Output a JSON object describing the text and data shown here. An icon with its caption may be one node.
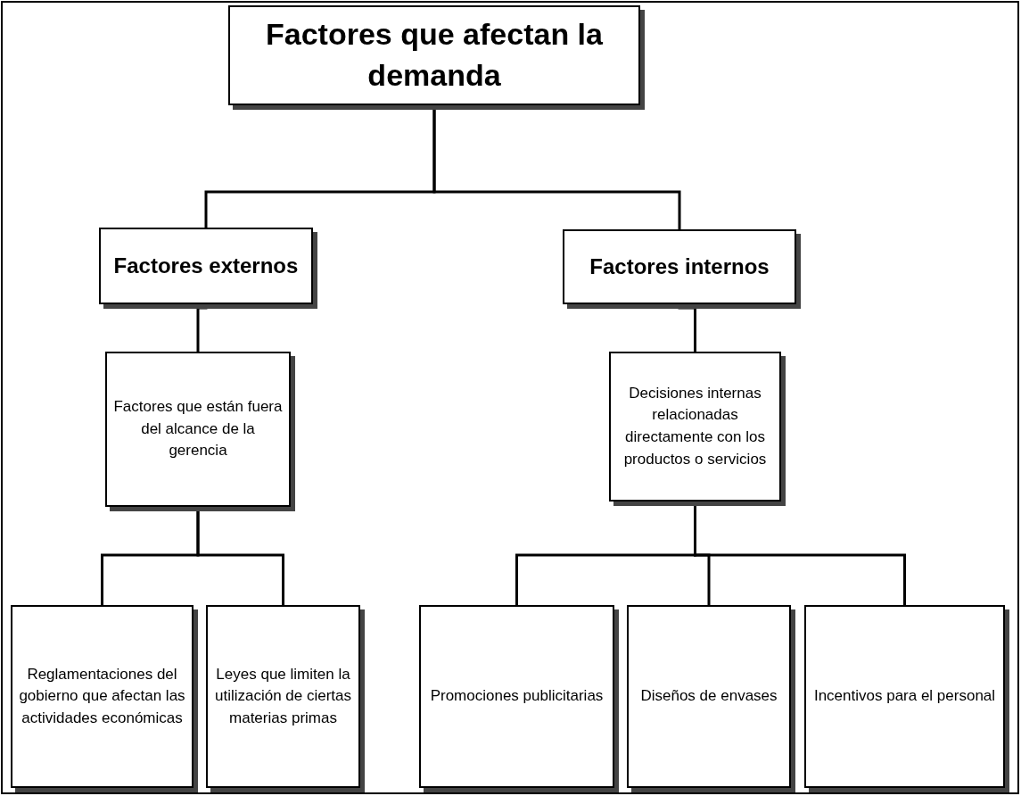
{
  "diagram": {
    "nodes": [
      {
        "text": [
          "Factores que afectan la demanda"
        ]
      },
      {
        "text": [
          "Factores externos"
        ]
      },
      {
        "text": [
          "Factores internos"
        ]
      },
      {
        "text": [
          "Factores que están fuera del alcance de la gerencia"
        ]
      },
      {
        "text": [
          "Decisiones internas relacionadas directamente con los productos o servicios"
        ]
      },
      {
        "text": [
          "Reglamentaciones del gobierno que afectan las actividades económicas"
        ]
      },
      {
        "text": [
          "Leyes que limiten la utilización de ciertas materias primas"
        ]
      },
      {
        "text": [
          "Promociones publicitarias"
        ]
      },
      {
        "text": [
          "Diseños de envases"
        ]
      },
      {
        "text": [
          "Incentivos para el personal"
        ]
      }
    ],
    "edges": [
      {
        "from": 0,
        "to": 1,
        "arrow": "none"
      },
      {
        "from": 0,
        "to": 2,
        "arrow": "none"
      },
      {
        "from": 1,
        "to": 3,
        "arrow": "none"
      },
      {
        "from": 2,
        "to": 4,
        "arrow": "none"
      },
      {
        "from": 3,
        "to": 5,
        "arrow": "none"
      },
      {
        "from": 3,
        "to": 6,
        "arrow": "none"
      },
      {
        "from": 4,
        "to": 7,
        "arrow": "none"
      },
      {
        "from": 4,
        "to": 8,
        "arrow": "none"
      },
      {
        "from": 4,
        "to": 9,
        "arrow": "none"
      }
    ]
  }
}
